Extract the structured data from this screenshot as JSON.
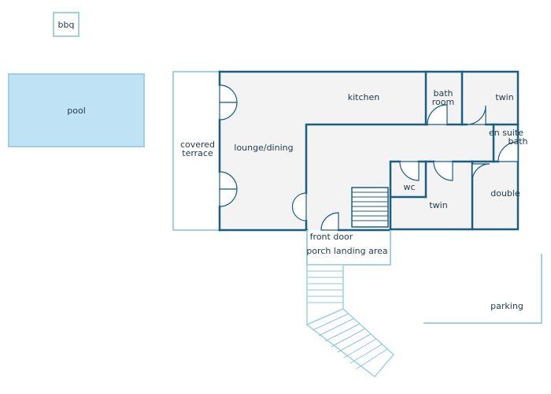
{
  "colors": {
    "wall": "#1b5f80",
    "light_wall": "#9fd0e3",
    "pool_fill": "#bfe3f4",
    "floor": "#f3f3f3",
    "text": "#1f3a4d"
  },
  "labels": {
    "bbq": "bbq",
    "pool": "pool",
    "covered_1": "covered",
    "covered_2": "terrace",
    "lounge": "lounge/dining",
    "kitchen": "kitchen",
    "bath_1": "bath",
    "bath_2": "room",
    "twin_top": "twin",
    "ensuite_1": "en suite",
    "ensuite_2": "bath",
    "wc": "wc",
    "twin_mid": "twin",
    "double": "double",
    "front_door": "front door",
    "porch": "porch landing area",
    "parking": "parking"
  }
}
